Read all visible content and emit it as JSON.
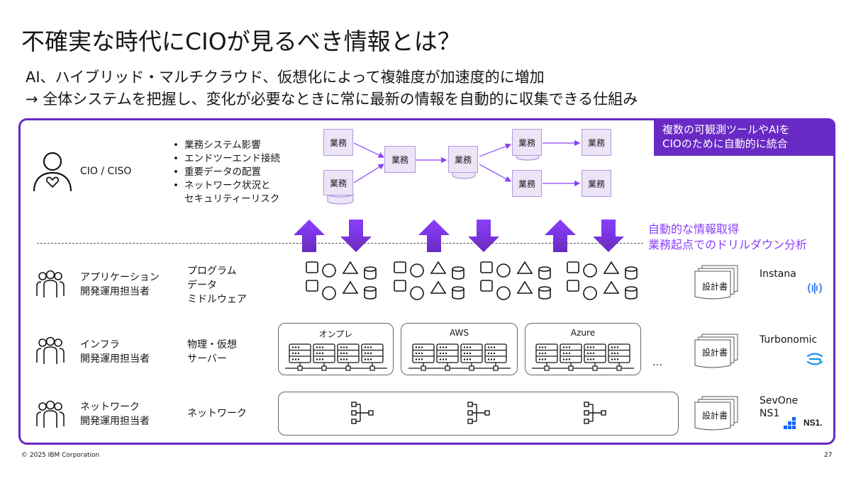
{
  "title": "不確実な時代にCIOが見るべき情報とは？",
  "subtitle_line1": "AI、ハイブリッド・マルチクラウド、仮想化によって複雑度が加速度的に増加",
  "subtitle_line2": "→ 全体システムを把握し、変化が必要なときに常に最新の情報を自動的に収集できる仕組み",
  "badge": {
    "line1": "複数の可観測ツールやAIを",
    "line2": "CIOのために自動的に統合"
  },
  "cio": {
    "role": "CIO / CISO",
    "bullets": [
      "業務システム影響",
      "エンドツーエンド接続",
      "重要データの配置",
      "ネットワーク状況と",
      "セキュリティーリスク"
    ],
    "flow_label": "業務"
  },
  "arrows_note": {
    "line1": "自動的な情報取得",
    "line2": "業務起点でのドリルダウン分析"
  },
  "rows": [
    {
      "role1": "アプリケーション",
      "role2": "開発運用担当者",
      "kinds": [
        "プログラム",
        "データ",
        "ミドルウェア"
      ],
      "doc": "設計書",
      "products": [
        "Instana"
      ]
    },
    {
      "role1": "インフラ",
      "role2": "開発運用担当者",
      "kinds": [
        "物理・仮想",
        "サーバー"
      ],
      "doc": "設計書",
      "products": [
        "Turbonomic"
      ]
    },
    {
      "role1": "ネットワーク",
      "role2": "開発運用担当者",
      "kinds": [
        "ネットワーク"
      ],
      "doc": "設計書",
      "products": [
        "SevOne",
        "NS1"
      ]
    }
  ],
  "environments": [
    "オンプレ",
    "AWS",
    "Azure"
  ],
  "ellipsis": "…",
  "ns1_logo_text": "NS1.",
  "footer": "© 2025 IBM Corporation",
  "page_number": "27",
  "colors": {
    "accent": "#6929c4",
    "accent_light": "#8a3ffc",
    "instana": "#4589ff",
    "turbonomic": "#1192e8",
    "ns1": "#0f62fe"
  }
}
